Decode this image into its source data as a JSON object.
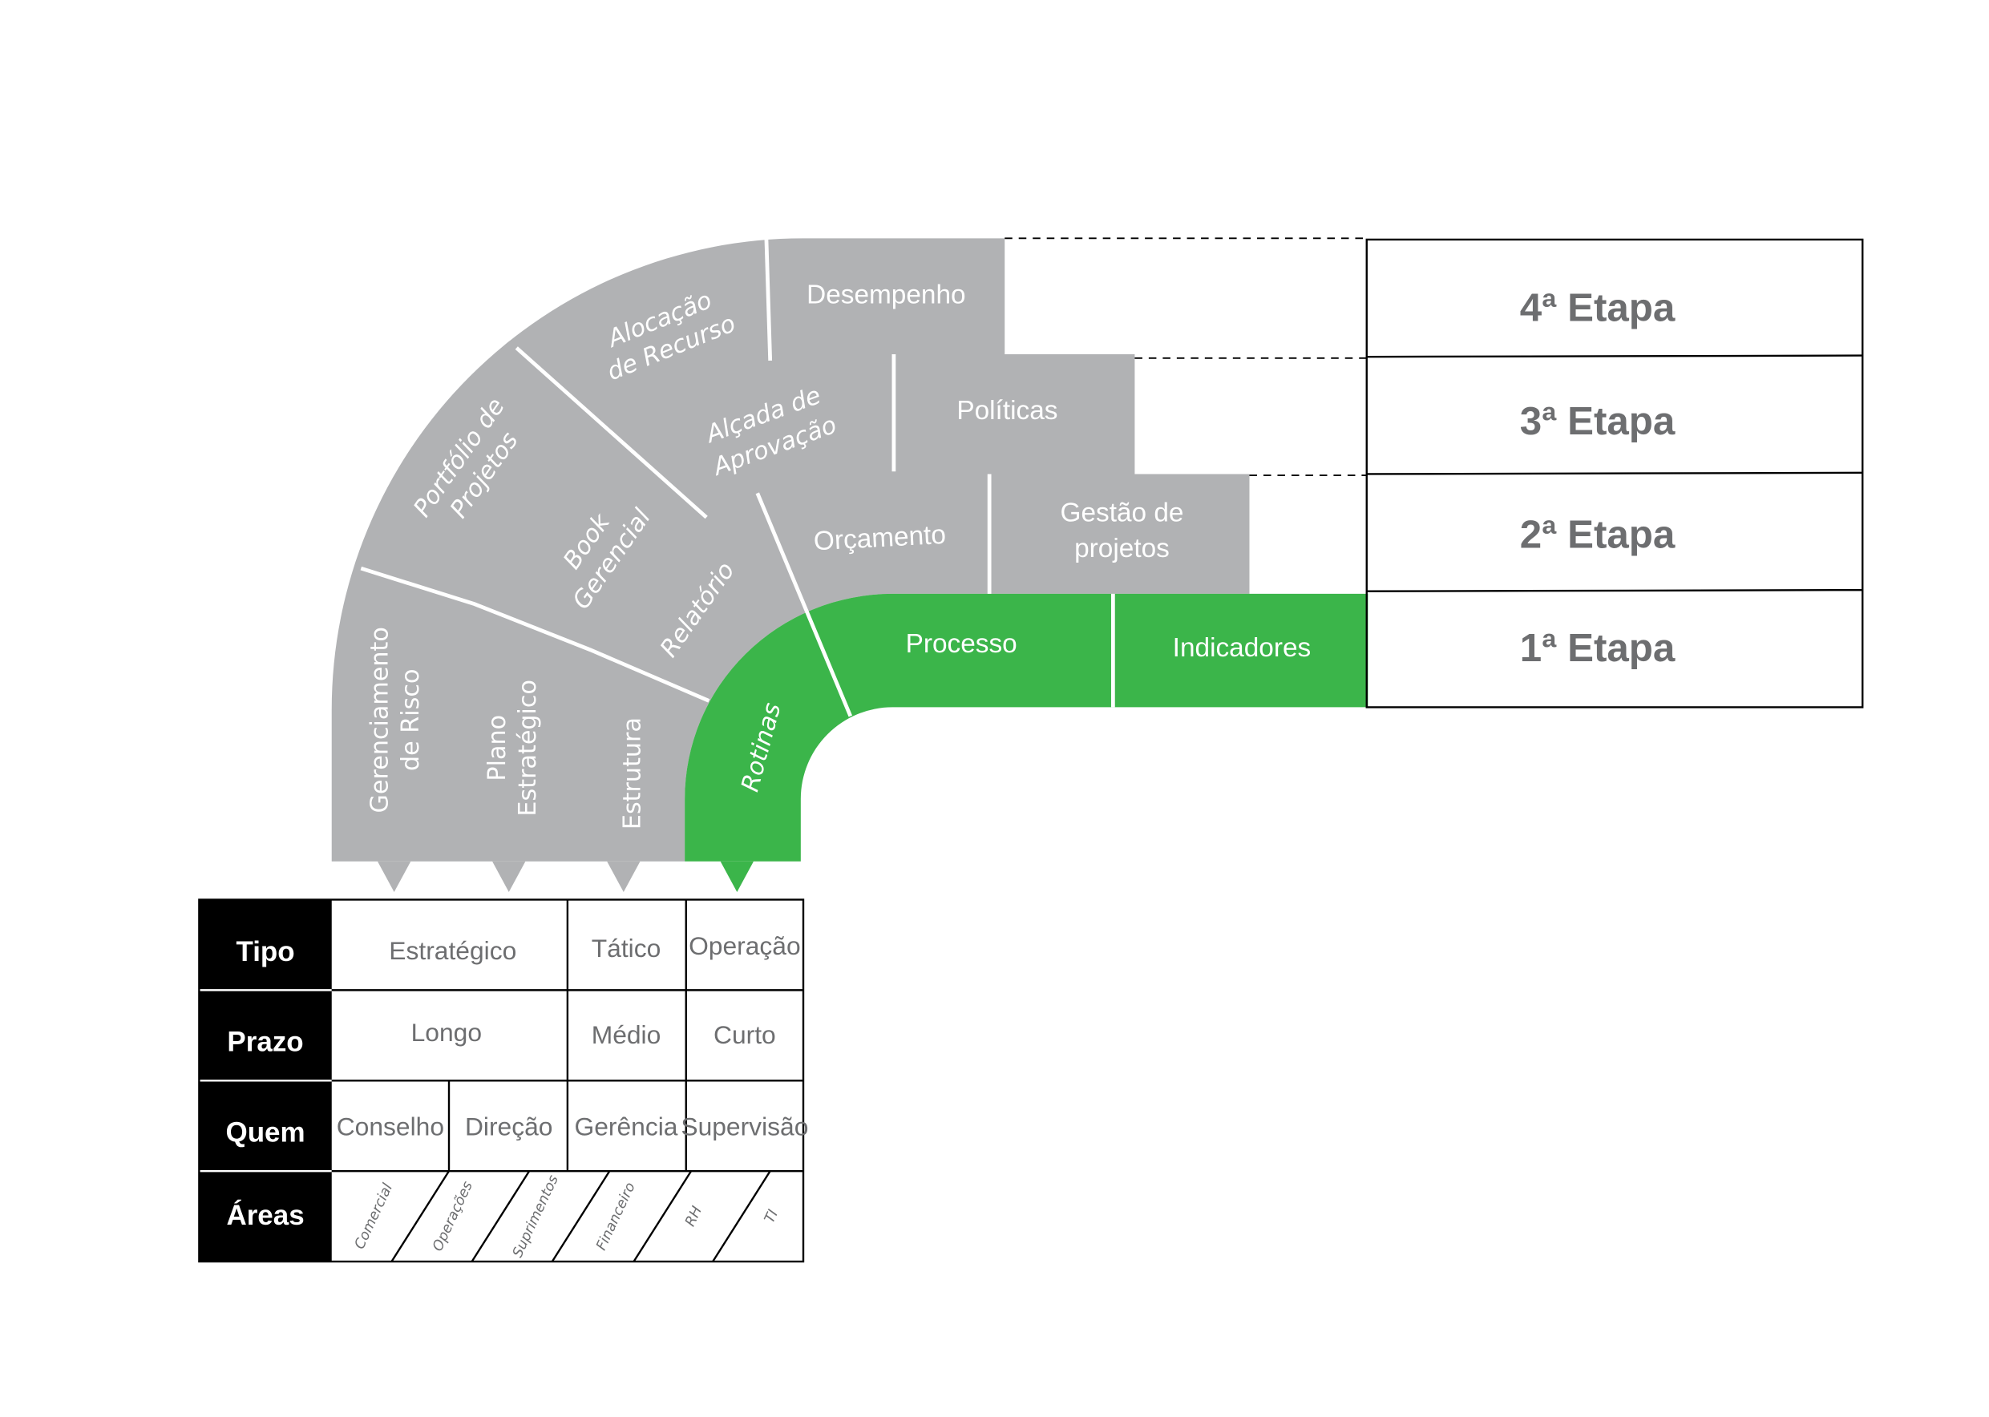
{
  "colors": {
    "gray": "#b1b2b4",
    "green": "#3bb54a",
    "text_gray": "#6d6e70",
    "black": "#000000"
  },
  "etapas": [
    "4ª Etapa",
    "3ª Etapa",
    "2ª Etapa",
    "1ª Etapa"
  ],
  "segments": {
    "gerenciamento": [
      "Gerenciamento",
      "de Risco"
    ],
    "plano": [
      "Plano",
      "Estratégico"
    ],
    "estrutura": "Estrutura",
    "rotinas": "Rotinas",
    "relatorio": "Relatório",
    "book": [
      "Book",
      "Gerencial"
    ],
    "portfolio": [
      "Portfólio de",
      "Projetos"
    ],
    "alocacao": [
      "Alocação",
      "de Recurso"
    ],
    "alcada": [
      "Alçada de",
      "Aprovação"
    ],
    "desempenho": "Desempenho",
    "politicas": "Políticas",
    "orcamento": "Orçamento",
    "gestao": [
      "Gestão de",
      "projetos"
    ],
    "processo": "Processo",
    "indicadores": "Indicadores"
  },
  "table": {
    "headers": [
      "Tipo",
      "Prazo",
      "Quem",
      "Áreas"
    ],
    "tipo": [
      "Estratégico",
      "Tático",
      "Operação"
    ],
    "prazo": [
      "Longo",
      "Médio",
      "Curto"
    ],
    "quem": [
      "Conselho",
      "Direção",
      "Gerência",
      "Supervisão"
    ],
    "areas": [
      "Comercial",
      "Operações",
      "Suprimentos",
      "Financeiro",
      "RH",
      "TI"
    ]
  }
}
